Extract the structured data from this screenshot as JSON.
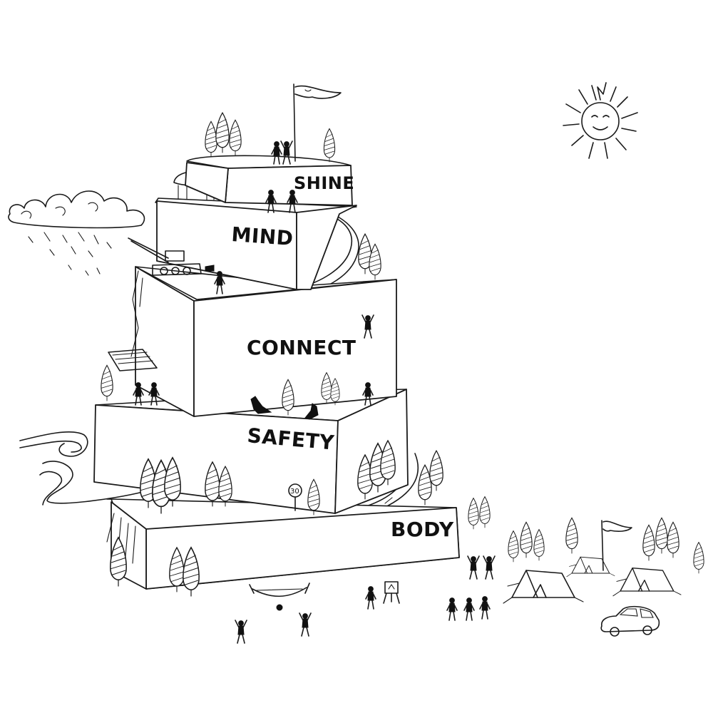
{
  "levels": [
    {
      "id": "shine",
      "label": "SHINE"
    },
    {
      "id": "mind",
      "label": "MIND"
    },
    {
      "id": "connect",
      "label": "CONNECT"
    },
    {
      "id": "safety",
      "label": "SAFETY"
    },
    {
      "id": "body",
      "label": "BODY"
    }
  ],
  "road_sign": {
    "value": "30"
  },
  "icons": [
    "sun-icon",
    "rain-cloud-icon",
    "flag-icon",
    "tree-icon",
    "tent-icon",
    "car-icon",
    "person-icon",
    "crane-truck-icon",
    "cat-icon",
    "hammock-icon",
    "easel-icon",
    "road-sign-icon"
  ]
}
